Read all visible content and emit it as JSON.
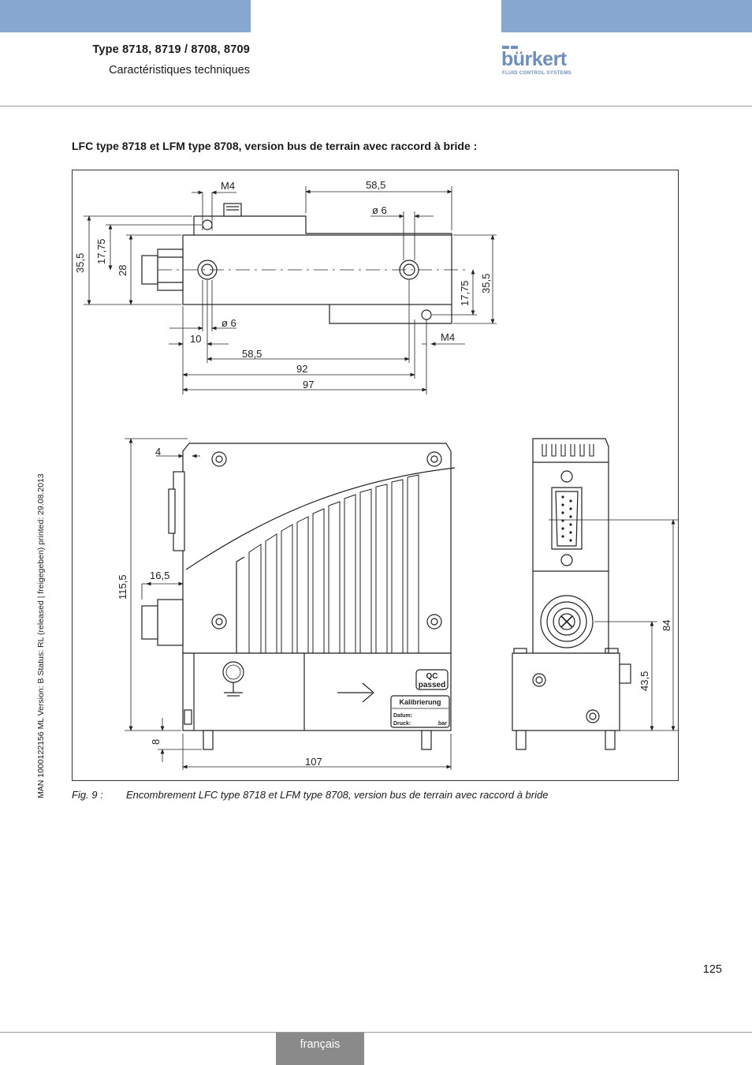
{
  "header": {
    "title": "Type 8718, 8719 / 8708, 8709",
    "subtitle": "Caractéristiques techniques",
    "logo_word": "bürkert",
    "logo_tagline": "FLUID CONTROL SYSTEMS",
    "bar_color": "#88a8d2"
  },
  "section_title": "LFC type 8718 et LFM type 8708, version bus de terrain avec raccord à bride :",
  "drawing": {
    "top_view": {
      "m4_top": "M4",
      "len_58_5_top": "58,5",
      "dia_6_top": "ø 6",
      "h_35_5_left": "35,5",
      "h_17_75_left": "17,75",
      "h_28": "28",
      "h_17_75_right": "17,75",
      "h_35_5_right": "35,5",
      "dia_6_bottom": "ø 6",
      "w_10": "10",
      "m4_bottom": "M4",
      "len_58_5_bottom": "58,5",
      "len_92": "92",
      "len_97": "97"
    },
    "side_view": {
      "h_115_5": "115,5",
      "w_4": "4",
      "w_16_5": "16,5",
      "h_8": "8",
      "w_107": "107",
      "qc_line1": "QC",
      "qc_line2": "passed",
      "kal_title": "Kalibrierung",
      "kal_datum": "Datum:",
      "kal_druck": "Druck:",
      "kal_unit": "bar"
    },
    "front_view": {
      "h_84": "84",
      "h_43_5": "43,5"
    }
  },
  "caption": {
    "label": "Fig. 9 :",
    "text": "Encombrement LFC type 8718 et LFM type 8708, version bus de terrain avec raccord à bride"
  },
  "margin_note": "MAN  1000122156  ML  Version: B  Status: RL (released | freigegeben)  printed: 29.08.2013",
  "page_number": "125",
  "language_tab": "français"
}
